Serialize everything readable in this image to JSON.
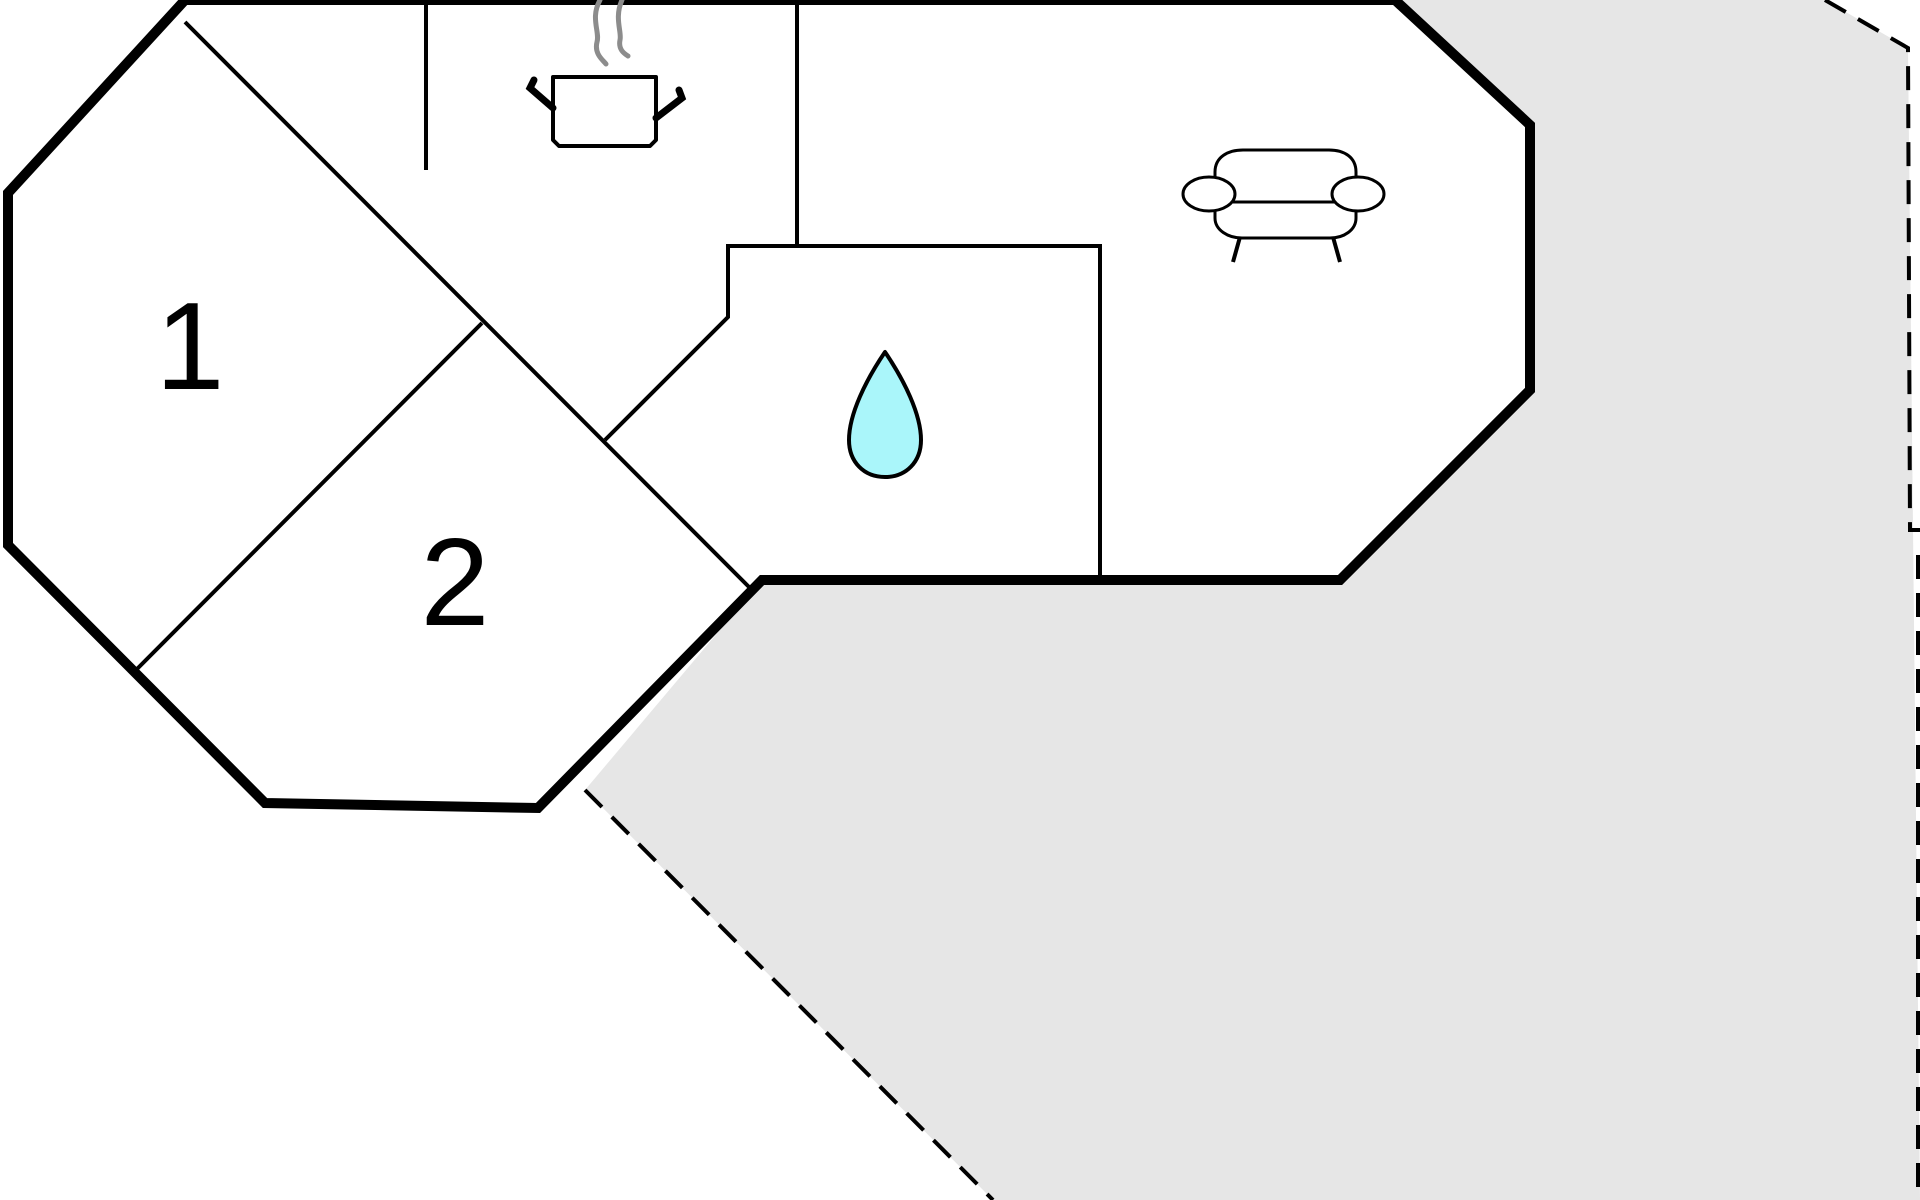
{
  "floorplan": {
    "rooms": [
      {
        "id": "bedroom-1",
        "label": "1"
      },
      {
        "id": "bedroom-2",
        "label": "2"
      },
      {
        "id": "kitchen",
        "icon": "cooking-pot-icon"
      },
      {
        "id": "bathroom",
        "icon": "water-drop-icon"
      },
      {
        "id": "living-room",
        "icon": "sofa-icon"
      }
    ],
    "colors": {
      "wall": "#000000",
      "terrace": "#e6e6e6",
      "water_drop": "#aaf6fa",
      "steam": "#8c8c8c",
      "background": "#ffffff"
    }
  }
}
